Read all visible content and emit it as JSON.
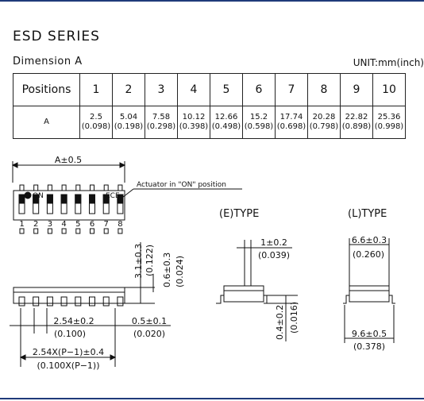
{
  "header": {
    "series_title": "ESD SERIES",
    "dimension_label": "Dimension A",
    "unit_label": "UNIT:mm(inch)"
  },
  "table": {
    "positions_label": "Positions",
    "row_a_label": "A",
    "positions": [
      "1",
      "2",
      "3",
      "4",
      "5",
      "6",
      "7",
      "8",
      "9",
      "10"
    ],
    "values_mm": [
      "2.5",
      "5.04",
      "7.58",
      "10.12",
      "12.66",
      "15.2",
      "17.74",
      "20.28",
      "22.82",
      "25.36"
    ],
    "values_inch": [
      "(0.098)",
      "(0.198)",
      "(0.298)",
      "(0.398)",
      "(0.498)",
      "(0.598)",
      "(0.698)",
      "(0.798)",
      "(0.898)",
      "(0.998)"
    ]
  },
  "drawing": {
    "a_dim": "A±0.5",
    "actuator_note": "Actuator in \"ON\" position",
    "on_mark": "ON",
    "ece_mark": "ECE",
    "switch_numbers": [
      "1",
      "2",
      "3",
      "4",
      "5",
      "6",
      "7",
      "8"
    ],
    "height_total": "3.1±0.3",
    "height_total_inch": "(0.122)",
    "actuator_h": "0.6±0.3",
    "actuator_h_inch": "(0.024)",
    "pitch": "2.54±0.2",
    "pitch_inch": "(0.100)",
    "pin_width": "0.5±0.1",
    "pin_width_inch": "(0.020)",
    "span": "2.54X(P−1)±0.4",
    "span_inch": "(0.100X(P−1))",
    "e_type": "(E)TYPE",
    "e_width": "1±0.2",
    "e_width_inch": "(0.039)",
    "e_lead": "0.4±0.2",
    "e_lead_inch": "(0.016)",
    "l_type": "(L)TYPE",
    "l_top": "6.6±0.3",
    "l_top_inch": "(0.260)",
    "l_bottom": "9.6±0.5",
    "l_bottom_inch": "(0.378)"
  }
}
